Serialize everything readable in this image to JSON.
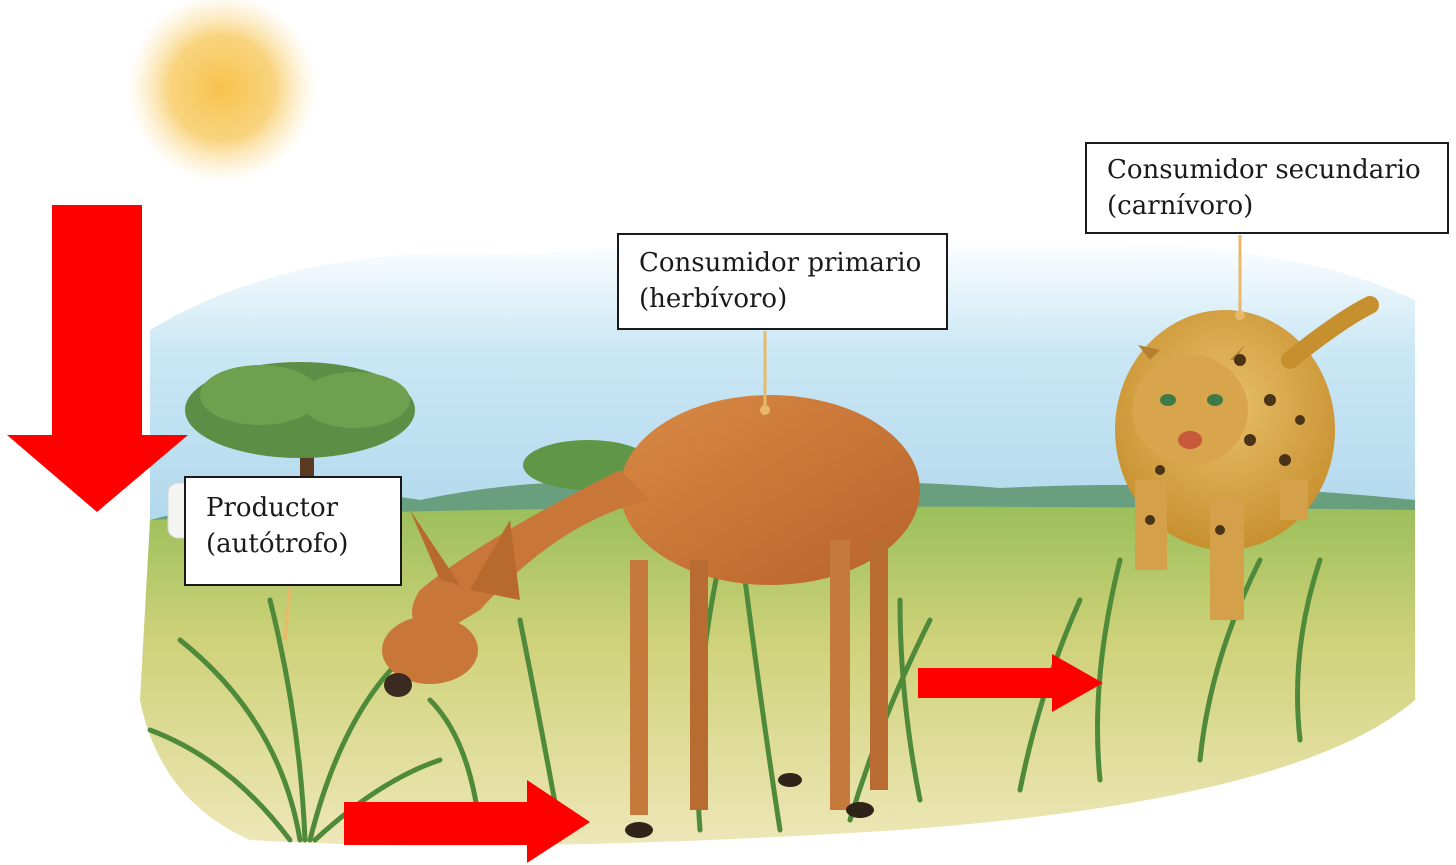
{
  "labels": {
    "productor": {
      "line1": "Productor",
      "line2": "(autótrofo)"
    },
    "consumidor_primario": {
      "line1": "Consumidor primario",
      "line2": "(herbívoro)"
    },
    "consumidor_secundario": {
      "line1": "Consumidor secundario",
      "line2": "(carnívoro)"
    }
  },
  "colors": {
    "arrow": "#ff0000",
    "sun": "#f7c54a",
    "sky": "#a9d6ee",
    "grass": "#c9cf6a",
    "leader_line": "#e8b96a"
  }
}
